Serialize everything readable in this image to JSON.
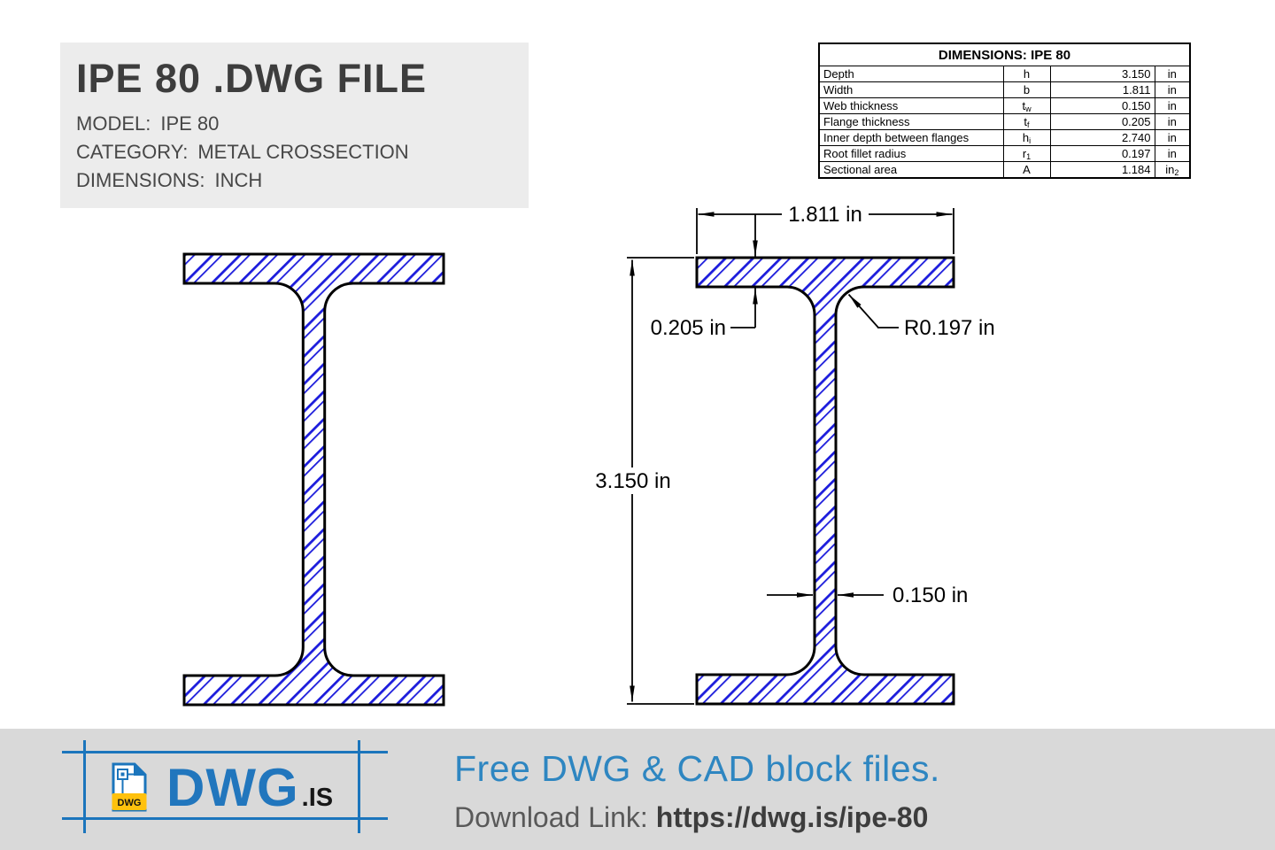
{
  "title_card": {
    "title": "IPE 80 .DWG FILE",
    "meta": [
      {
        "label": "MODEL:",
        "value": "IPE 80"
      },
      {
        "label": "CATEGORY:",
        "value": "METAL CROSSECTION"
      },
      {
        "label": "DIMENSIONS:",
        "value": "INCH"
      }
    ]
  },
  "dimensions_table": {
    "title": "DIMENSIONS: IPE 80",
    "rows": [
      {
        "name": "Depth",
        "sym": "h",
        "sub": "",
        "value": "3.150",
        "unit": "in",
        "unit_sub": ""
      },
      {
        "name": "Width",
        "sym": "b",
        "sub": "",
        "value": "1.811",
        "unit": "in",
        "unit_sub": ""
      },
      {
        "name": "Web thickness",
        "sym": "t",
        "sub": "w",
        "value": "0.150",
        "unit": "in",
        "unit_sub": ""
      },
      {
        "name": "Flange thickness",
        "sym": "t",
        "sub": "f",
        "value": "0.205",
        "unit": "in",
        "unit_sub": ""
      },
      {
        "name": "Inner depth between flanges",
        "sym": "h",
        "sub": "i",
        "value": "2.740",
        "unit": "in",
        "unit_sub": ""
      },
      {
        "name": "Root fillet radius",
        "sym": "r",
        "sub": "1",
        "value": "0.197",
        "unit": "in",
        "unit_sub": ""
      },
      {
        "name": "Sectional area",
        "sym": "A",
        "sub": "",
        "value": "1.184",
        "unit": "in",
        "unit_sub": "2"
      }
    ]
  },
  "drawing": {
    "hatch_color": "#1c1cdc",
    "outline_color": "#000000",
    "labels": {
      "width": "1.811 in",
      "flange_thickness": "0.205 in",
      "root_fillet_radius": "R0.197 in",
      "depth": "3.150 in",
      "web_thickness": "0.150 in"
    }
  },
  "footer": {
    "accent": "#1b75bc",
    "logo_file_label": "DWG",
    "logo_text": "DWG",
    "logo_suffix": ".IS",
    "tagline": "Free DWG & CAD block files.",
    "download_label": "Download Link:",
    "download_url": "https://dwg.is/ipe-80"
  }
}
